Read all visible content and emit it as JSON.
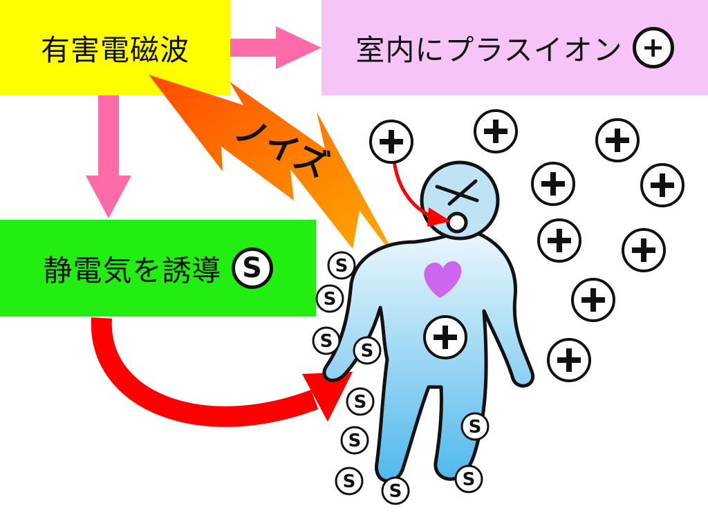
{
  "boxes": {
    "source_label": "有害電磁波",
    "plus_ions_label": "室内にプラスイオン",
    "plus_symbol": "+",
    "static_label": "静電気を誘導",
    "static_symbol": "S"
  },
  "noise_label": "ノイズ",
  "colors": {
    "yellow_box": "#ffff00",
    "pink_box": "#f7c4f7",
    "green_box": "#22ee11",
    "pink_arrow": "#ff6aa8",
    "red_arrow": "#ff0000",
    "heart": "#cc66ee",
    "body_top": "#e8f6fc",
    "body_bottom": "#4fb8ec"
  },
  "icons": [
    "plus-ion-icon",
    "static-charge-icon",
    "lightning-bolt-icon",
    "heart-icon",
    "human-figure"
  ]
}
